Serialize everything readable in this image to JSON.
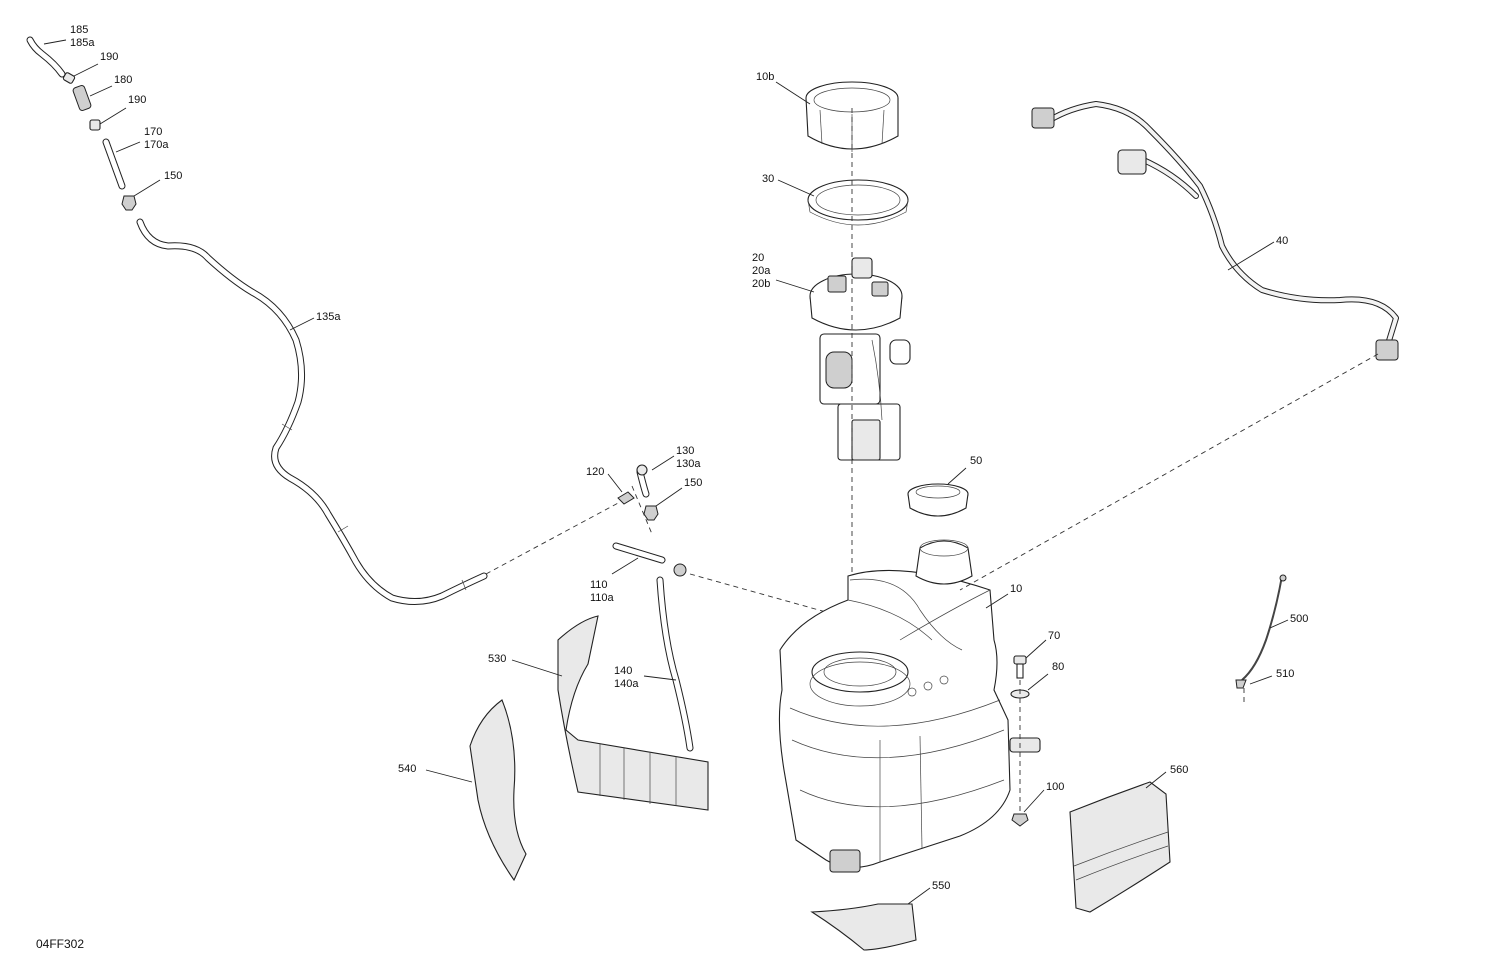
{
  "diagram_code": "04FF302",
  "callouts": [
    {
      "id": "c185",
      "lines": [
        "185",
        "185a"
      ]
    },
    {
      "id": "c190a",
      "lines": [
        "190"
      ]
    },
    {
      "id": "c180",
      "lines": [
        "180"
      ]
    },
    {
      "id": "c190b",
      "lines": [
        "190"
      ]
    },
    {
      "id": "c170",
      "lines": [
        "170",
        "170a"
      ]
    },
    {
      "id": "c150a",
      "lines": [
        "150"
      ]
    },
    {
      "id": "c135a",
      "lines": [
        "135a"
      ]
    },
    {
      "id": "c10b",
      "lines": [
        "10b"
      ]
    },
    {
      "id": "c30",
      "lines": [
        "30"
      ]
    },
    {
      "id": "c20",
      "lines": [
        "20",
        "20a",
        "20b"
      ]
    },
    {
      "id": "c40",
      "lines": [
        "40"
      ]
    },
    {
      "id": "c130",
      "lines": [
        "130",
        "130a"
      ]
    },
    {
      "id": "c120",
      "lines": [
        "120"
      ]
    },
    {
      "id": "c150b",
      "lines": [
        "150"
      ]
    },
    {
      "id": "c50",
      "lines": [
        "50"
      ]
    },
    {
      "id": "c110",
      "lines": [
        "110",
        "110a"
      ]
    },
    {
      "id": "c10",
      "lines": [
        "10"
      ]
    },
    {
      "id": "c530",
      "lines": [
        "530"
      ]
    },
    {
      "id": "c140",
      "lines": [
        "140",
        "140a"
      ]
    },
    {
      "id": "c70",
      "lines": [
        "70"
      ]
    },
    {
      "id": "c80",
      "lines": [
        "80"
      ]
    },
    {
      "id": "c500",
      "lines": [
        "500"
      ]
    },
    {
      "id": "c510",
      "lines": [
        "510"
      ]
    },
    {
      "id": "c540",
      "lines": [
        "540"
      ]
    },
    {
      "id": "c560",
      "lines": [
        "560"
      ]
    },
    {
      "id": "c100",
      "lines": [
        "100"
      ]
    },
    {
      "id": "c550",
      "lines": [
        "550"
      ]
    }
  ]
}
